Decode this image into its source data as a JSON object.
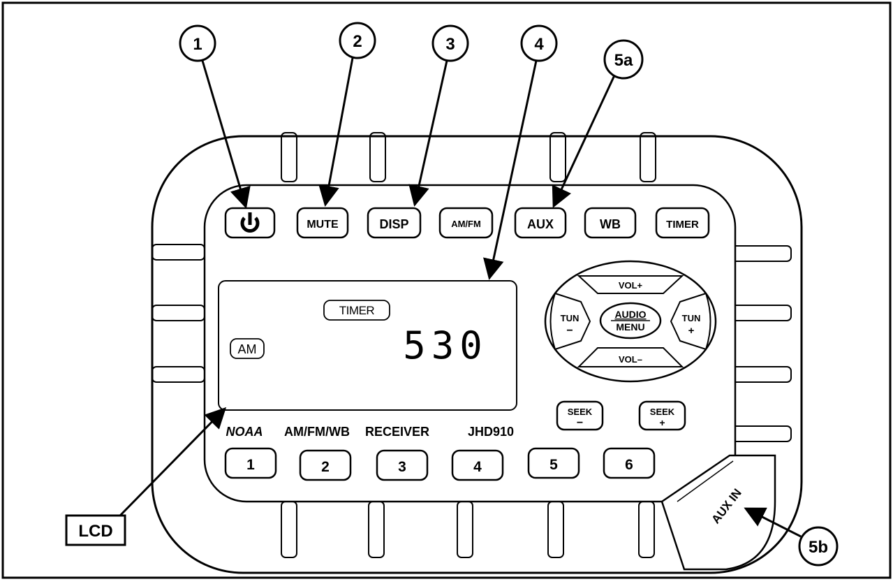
{
  "callouts": {
    "c1": "1",
    "c2": "2",
    "c3": "3",
    "c4": "4",
    "c5a": "5a",
    "c5b": "5b",
    "lcd": "LCD"
  },
  "buttons": {
    "power_icon": "power-icon",
    "mute": "MUTE",
    "disp": "DISP",
    "amfm": "AM/FM",
    "aux": "AUX",
    "wb": "WB",
    "timer": "TIMER"
  },
  "lcd_display": {
    "timer_indicator": "TIMER",
    "band_indicator": "AM",
    "frequency": "530"
  },
  "control_pad": {
    "vol_up": "VOL+",
    "vol_down": "VOL–",
    "tun_minus": "TUN",
    "tun_minus_sign": "−",
    "tun_plus": "TUN",
    "tun_plus_sign": "+",
    "audio": "AUDIO",
    "menu": "MENU"
  },
  "seek": {
    "minus_label": "SEEK",
    "minus_sign": "−",
    "plus_label": "SEEK",
    "plus_sign": "+"
  },
  "model_text": {
    "noaa": "NOAA",
    "amfmwb": "AM/FM/WB",
    "receiver": "RECEIVER",
    "model": "JHD910"
  },
  "presets": [
    "1",
    "2",
    "3",
    "4",
    "5",
    "6"
  ],
  "aux_jack": "AUX IN"
}
